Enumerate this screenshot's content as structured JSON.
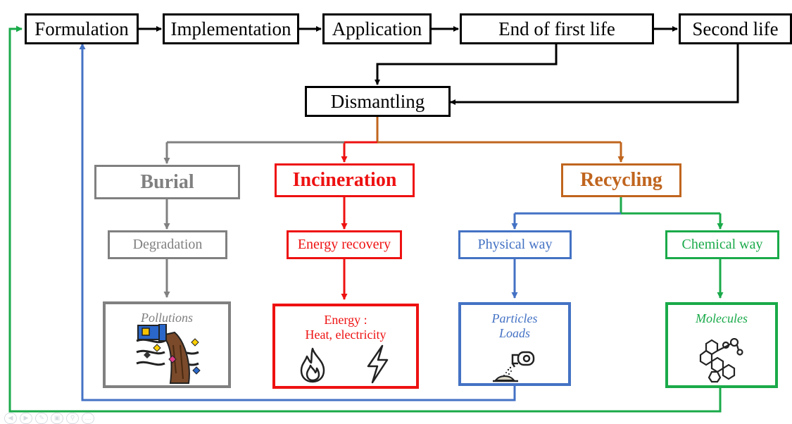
{
  "top_row": {
    "formulation": "Formulation",
    "implementation": "Implementation",
    "application": "Application",
    "end_of_first_life": "End of first life",
    "second_life": "Second life"
  },
  "dismantling": "Dismantling",
  "burial": {
    "label": "Burial",
    "sub": "Degradation",
    "result": "Pollutions",
    "color": "#808080"
  },
  "incineration": {
    "label": "Incineration",
    "sub": "Energy recovery",
    "result_line1": "Energy :",
    "result_line2": "Heat, electricity",
    "color": "#ee1111"
  },
  "recycling": {
    "label": "Recycling",
    "color": "#c0651e"
  },
  "physical": {
    "label": "Physical way",
    "result_line1": "Particles",
    "result_line2": "Loads",
    "color": "#4472c4"
  },
  "chemical": {
    "label": "Chemical way",
    "result": "Molecules",
    "color": "#1aaa4a"
  },
  "icons": [
    "pipe-pollution-icon",
    "flame-icon",
    "lightning-icon",
    "spray-nozzle-icon",
    "molecule-icon"
  ],
  "toolbar_icons": [
    "prev-icon",
    "next-icon",
    "pen-icon",
    "save-icon",
    "zoom-icon",
    "more-icon"
  ]
}
